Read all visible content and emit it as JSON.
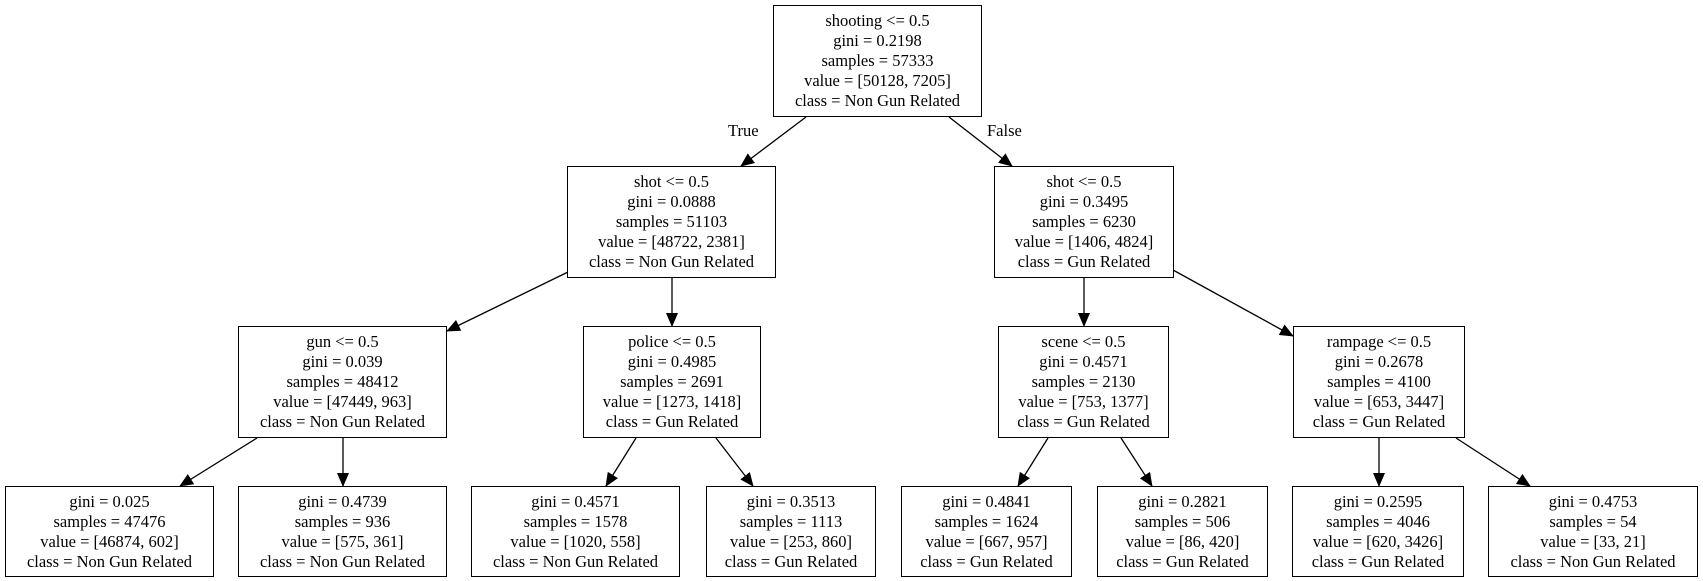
{
  "tree": {
    "edge_labels": {
      "true_label": "True",
      "false_label": "False"
    },
    "nodes": [
      {
        "id": "n0",
        "lines": [
          "shooting <= 0.5",
          "gini = 0.2198",
          "samples = 57333",
          "value = [50128, 7205]",
          "class = Non Gun Related"
        ]
      },
      {
        "id": "n1",
        "lines": [
          "shot <= 0.5",
          "gini = 0.0888",
          "samples = 51103",
          "value = [48722, 2381]",
          "class = Non Gun Related"
        ]
      },
      {
        "id": "n2",
        "lines": [
          "gun <= 0.5",
          "gini = 0.039",
          "samples = 48412",
          "value = [47449, 963]",
          "class = Non Gun Related"
        ]
      },
      {
        "id": "n3",
        "lines": [
          "gini = 0.025",
          "samples = 47476",
          "value = [46874, 602]",
          "class = Non Gun Related"
        ]
      },
      {
        "id": "n4",
        "lines": [
          "gini = 0.4739",
          "samples = 936",
          "value = [575, 361]",
          "class = Non Gun Related"
        ]
      },
      {
        "id": "n5",
        "lines": [
          "police <= 0.5",
          "gini = 0.4985",
          "samples = 2691",
          "value = [1273, 1418]",
          "class = Gun Related"
        ]
      },
      {
        "id": "n6",
        "lines": [
          "gini = 0.4571",
          "samples = 1578",
          "value = [1020, 558]",
          "class = Non Gun Related"
        ]
      },
      {
        "id": "n7",
        "lines": [
          "gini = 0.3513",
          "samples = 1113",
          "value = [253, 860]",
          "class = Gun Related"
        ]
      },
      {
        "id": "n8",
        "lines": [
          "shot <= 0.5",
          "gini = 0.3495",
          "samples = 6230",
          "value = [1406, 4824]",
          "class = Gun Related"
        ]
      },
      {
        "id": "n9",
        "lines": [
          "scene <= 0.5",
          "gini = 0.4571",
          "samples = 2130",
          "value = [753, 1377]",
          "class = Gun Related"
        ]
      },
      {
        "id": "n10",
        "lines": [
          "gini = 0.4841",
          "samples = 1624",
          "value = [667, 957]",
          "class = Gun Related"
        ]
      },
      {
        "id": "n11",
        "lines": [
          "gini = 0.2821",
          "samples = 506",
          "value = [86, 420]",
          "class = Gun Related"
        ]
      },
      {
        "id": "n12",
        "lines": [
          "rampage <= 0.5",
          "gini = 0.2678",
          "samples = 4100",
          "value = [653, 3447]",
          "class = Gun Related"
        ]
      },
      {
        "id": "n13",
        "lines": [
          "gini = 0.2595",
          "samples = 4046",
          "value = [620, 3426]",
          "class = Gun Related"
        ]
      },
      {
        "id": "n14",
        "lines": [
          "gini = 0.4753",
          "samples = 54",
          "value = [33, 21]",
          "class = Non Gun Related"
        ]
      }
    ],
    "edges": [
      {
        "from": "n0",
        "to": "n1"
      },
      {
        "from": "n0",
        "to": "n8"
      },
      {
        "from": "n1",
        "to": "n2"
      },
      {
        "from": "n1",
        "to": "n5"
      },
      {
        "from": "n2",
        "to": "n3"
      },
      {
        "from": "n2",
        "to": "n4"
      },
      {
        "from": "n5",
        "to": "n6"
      },
      {
        "from": "n5",
        "to": "n7"
      },
      {
        "from": "n8",
        "to": "n9"
      },
      {
        "from": "n8",
        "to": "n12"
      },
      {
        "from": "n9",
        "to": "n10"
      },
      {
        "from": "n9",
        "to": "n11"
      },
      {
        "from": "n12",
        "to": "n13"
      },
      {
        "from": "n12",
        "to": "n14"
      }
    ]
  }
}
